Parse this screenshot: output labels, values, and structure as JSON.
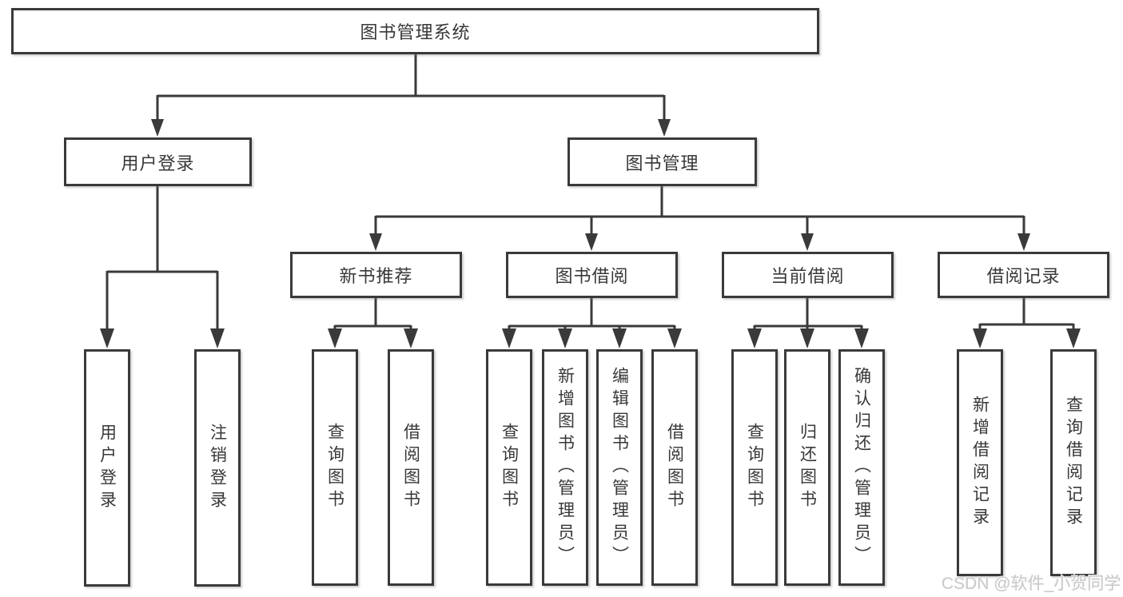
{
  "diagram": {
    "root": {
      "label": "图书管理系统"
    },
    "branches": [
      {
        "label": "用户登录",
        "children": [
          "用户登录",
          "注销登录"
        ]
      },
      {
        "label": "图书管理",
        "sections": [
          {
            "label": "新书推荐",
            "children": [
              "查询图书",
              "借阅图书"
            ]
          },
          {
            "label": "图书借阅",
            "children": [
              "查询图书",
              "新增图书（管理员）",
              "编辑图书（管理员）",
              "借阅图书"
            ]
          },
          {
            "label": "当前借阅",
            "children": [
              "查询图书",
              "归还图书",
              "确认归还（管理员）"
            ]
          },
          {
            "label": "借阅记录",
            "children": [
              "新增借阅记录",
              "查询借阅记录"
            ]
          }
        ]
      }
    ]
  },
  "watermark": {
    "text": "CSDN @软件_小贺同学"
  },
  "colors": {
    "line": "#3a3a3a",
    "box_background": "#ffffff",
    "text": "#383838",
    "watermark_text": "#c9c9c9"
  }
}
